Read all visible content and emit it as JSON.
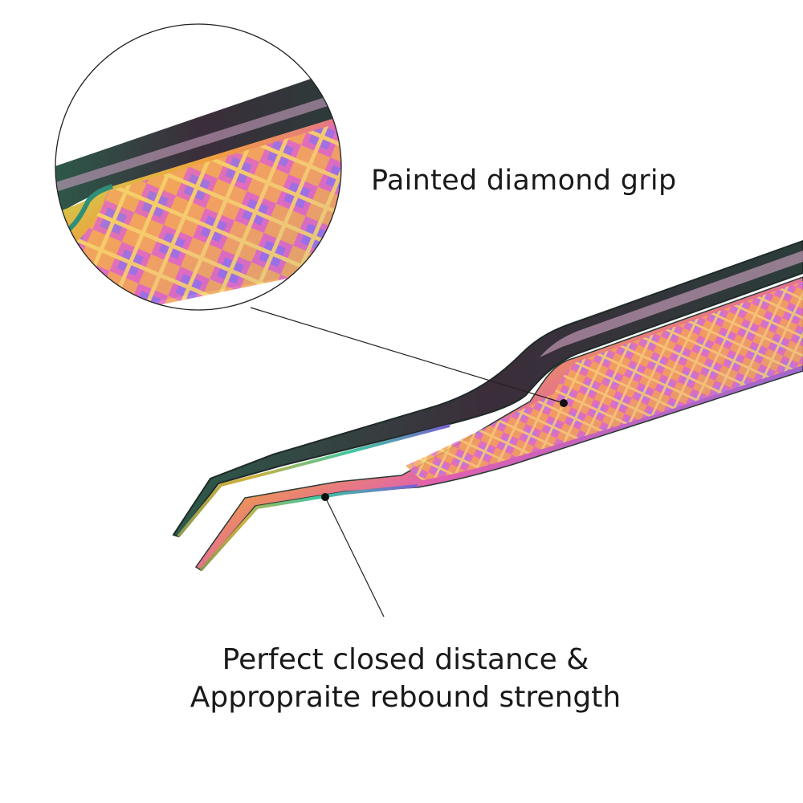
{
  "callouts": {
    "grip": "Painted diamond grip",
    "tip_line_1": "Perfect closed distance &",
    "tip_line_2": "Appropraite rebound strength"
  }
}
